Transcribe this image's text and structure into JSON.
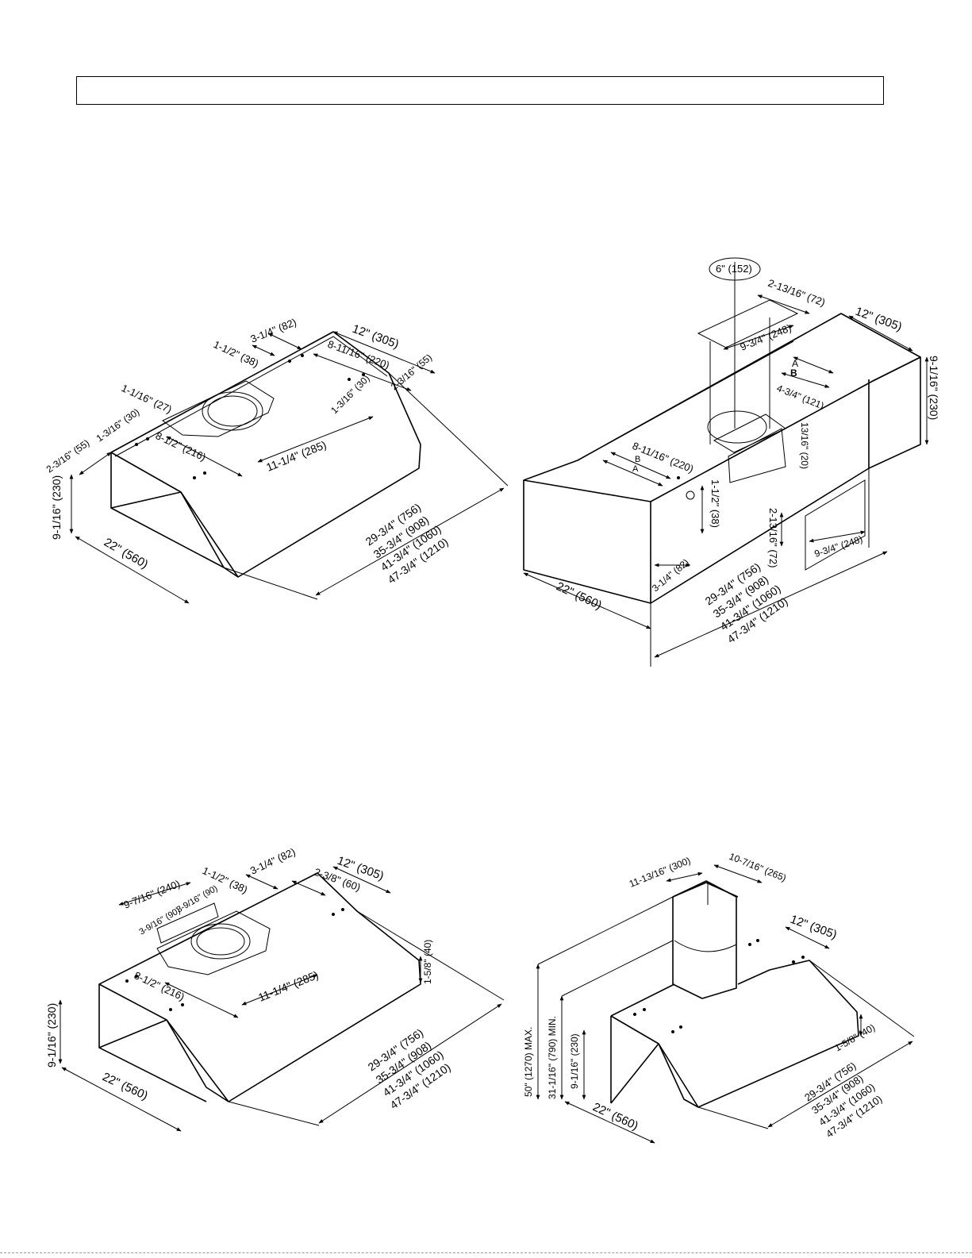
{
  "header": {
    "title": ""
  },
  "figures": {
    "fig1": {
      "labels": [
        "12\" (305)",
        "3-1/4\" (82)",
        "1-1/2\" (38)",
        "8-11/16\" (220)",
        "2-3/16\" (55)",
        "1-3/16\" (30)",
        "1-1/16\" (27)",
        "1-3/16\" (30)",
        "8-1/2\" (216)",
        "11-1/4\" (285)",
        "2-3/16\" (55)",
        "9-1/16\" (230)",
        "22\" (560)"
      ],
      "widths": [
        "29-3/4\" (756)",
        "35-3/4\" (908)",
        "41-3/4\" (1060)",
        "47-3/4\" (1210)"
      ]
    },
    "fig2": {
      "labels": [
        "6\" (152)",
        "2-13/16\" (72)",
        "12\" (305)",
        "9-3/4\" (248)",
        "9-1/16\" (230)",
        "A",
        "B",
        "4-3/4\" (121)",
        "13/16\" (20)",
        "8-11/16\" (220)",
        "B",
        "A",
        "1-1/2\" (38)",
        "2-13/16\" (72)",
        "9-3/4\" (248)",
        "3-1/4\" (82)",
        "22\" (560)"
      ],
      "widths": [
        "29-3/4\" (756)",
        "35-3/4\" (908)",
        "41-3/4\" (1060)",
        "47-3/4\" (1210)"
      ]
    },
    "fig3": {
      "labels": [
        "3-1/4\" (82)",
        "12\" (305)",
        "1-1/2\" (38)",
        "2-3/8\" (60)",
        "9-7/16\" (240)",
        "3-9/16\" (90)",
        "3-9/16\" (90)",
        "8-1/2\" (216)",
        "11-1/4\" (285)",
        "1-5/8\" (40)",
        "9-1/16\" (230)",
        "22\" (560)"
      ],
      "widths": [
        "29-3/4\" (756)",
        "35-3/4\" (908)",
        "41-3/4\" (1060)",
        "47-3/4\" (1210)"
      ]
    },
    "fig4": {
      "labels": [
        "11-13/16\" (300)",
        "10-7/16\" (265)",
        "12\" (305)",
        "50\" (1270) MAX.",
        "31-1/16\" (790) MIN.",
        "9-1/16\" (230)",
        "1-5/8\" (40)",
        "22\" (560)"
      ],
      "widths": [
        "29-3/4\" (756)",
        "35-3/4\" (908)",
        "41-3/4\" (1060)",
        "47-3/4\" (1210)"
      ]
    }
  }
}
